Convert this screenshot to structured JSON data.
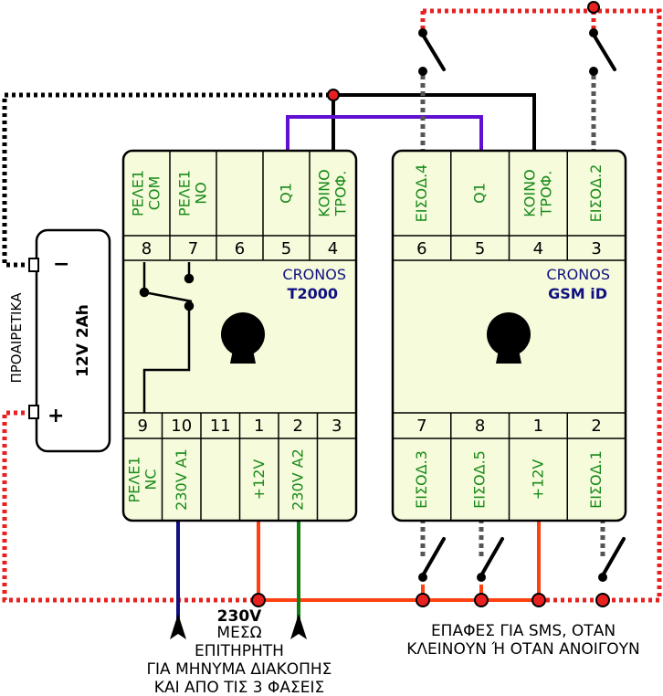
{
  "t2000": {
    "brand": "CRONOS",
    "model": "T2000",
    "top_terms": [
      {
        "num": "8",
        "l1": "ΡΕΛΕ1",
        "l2": "COM"
      },
      {
        "num": "7",
        "l1": "ΡΕΛΕ1",
        "l2": "NO"
      },
      {
        "num": "6",
        "l1": "",
        "l2": ""
      },
      {
        "num": "5",
        "l1": "Q1",
        "l2": ""
      },
      {
        "num": "4",
        "l1": "ΚΟΙΝΟ",
        "l2": "ΤΡΟΦ."
      }
    ],
    "bottom_terms": [
      {
        "num": "9",
        "l1": "ΡΕΛΕ1",
        "l2": "NC"
      },
      {
        "num": "10",
        "l1": "230V A1",
        "l2": ""
      },
      {
        "num": "11",
        "l1": "",
        "l2": ""
      },
      {
        "num": "1",
        "l1": "+12V",
        "l2": ""
      },
      {
        "num": "2",
        "l1": "230V A2",
        "l2": ""
      },
      {
        "num": "3",
        "l1": "",
        "l2": ""
      }
    ]
  },
  "gsm": {
    "brand": "CRONOS",
    "model": "GSM iD",
    "top_terms": [
      {
        "num": "6",
        "l1": "ΕΙΣΟΔ.4",
        "l2": ""
      },
      {
        "num": "5",
        "l1": "Q1",
        "l2": ""
      },
      {
        "num": "4",
        "l1": "ΚΟΙΝΟ",
        "l2": "ΤΡΟΦ."
      },
      {
        "num": "3",
        "l1": "ΕΙΣΟΔ.2",
        "l2": ""
      }
    ],
    "bottom_terms": [
      {
        "num": "7",
        "l1": "ΕΙΣΟΔ.3",
        "l2": ""
      },
      {
        "num": "8",
        "l1": "ΕΙΣΟΔ.5",
        "l2": ""
      },
      {
        "num": "1",
        "l1": "+12V",
        "l2": ""
      },
      {
        "num": "2",
        "l1": "ΕΙΣΟΔ.1",
        "l2": ""
      }
    ]
  },
  "battery": {
    "label": "12V 2Ah",
    "minus": "−",
    "plus": "+"
  },
  "optional_label": "ΠΡΟΑΙΡΕΤΙΚΑ",
  "captions": {
    "voltage": "230V",
    "line2": "ΜΕΣΩ",
    "line3": "ΕΠΙΤΗΡΗΤΗ",
    "line4": "ΓΙΑ ΜΗΝΥΜΑ ΔΙΑΚΟΠΗΣ",
    "line5": "ΚΑΙ ΑΠΟ ΤΙΣ 3 ΦΑΣΕΙΣ",
    "contacts1": "ΕΠΑΦΕΣ ΓΙΑ SMS, ΟΤΑΝ",
    "contacts2": "ΚΛΕΙΝΟΥΝ Ή ΟΤΑΝ ΑΝΟΙΓΟΥΝ"
  },
  "colors": {
    "module_fill": "#f5fbdb",
    "label_green": "#1a8a1a",
    "brand_navy": "#101080",
    "wire_red": "#e82020",
    "wire_orange": "#ff4010",
    "wire_blue": "#101080",
    "wire_green": "#108010",
    "wire_purple": "#6010d0"
  }
}
